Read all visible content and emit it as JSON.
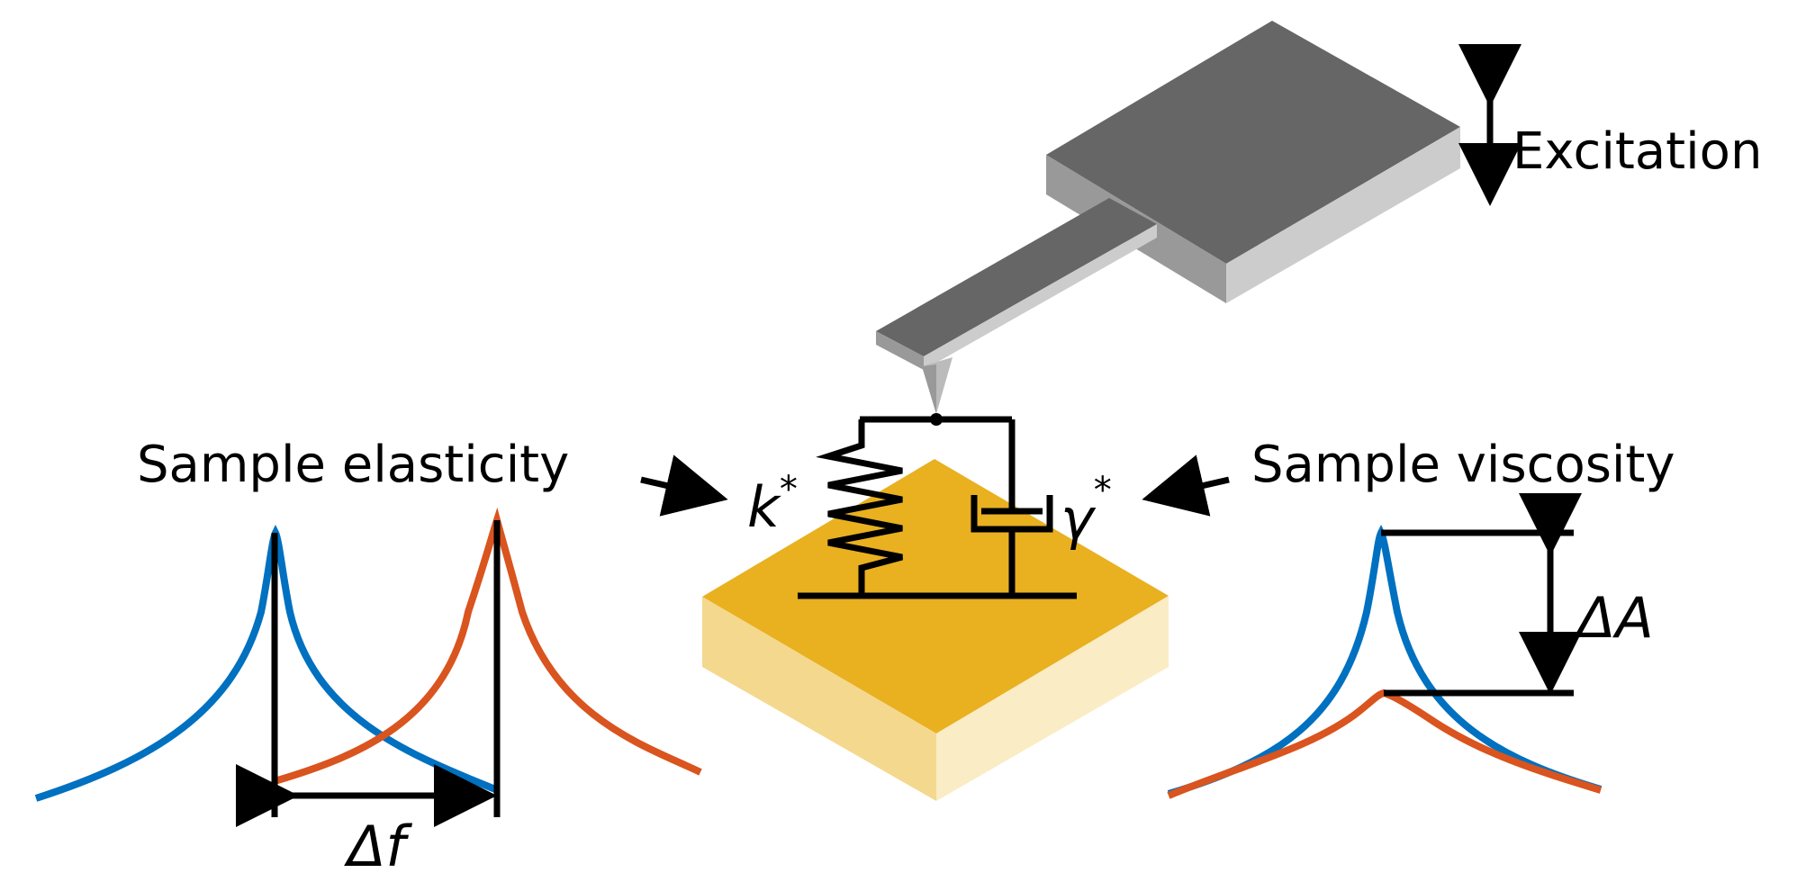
{
  "labels": {
    "excitation": "Excitation",
    "elasticity": "Sample elasticity",
    "viscosity": "Sample viscosity",
    "delta_f": "Δf",
    "delta_a": "ΔA",
    "k_symbol": "k",
    "k_sup": "*",
    "gamma_symbol": "γ",
    "gamma_sup": "*"
  },
  "colors": {
    "blue": "#0070c0",
    "orange": "#d9541e",
    "line": "#000000",
    "cantilever_top": "#666666",
    "cantilever_side": "#999999",
    "cantilever_light": "#cccccc",
    "sample_top": "#e9b020",
    "sample_left": "#f4d88e",
    "sample_right": "#faecc4"
  }
}
